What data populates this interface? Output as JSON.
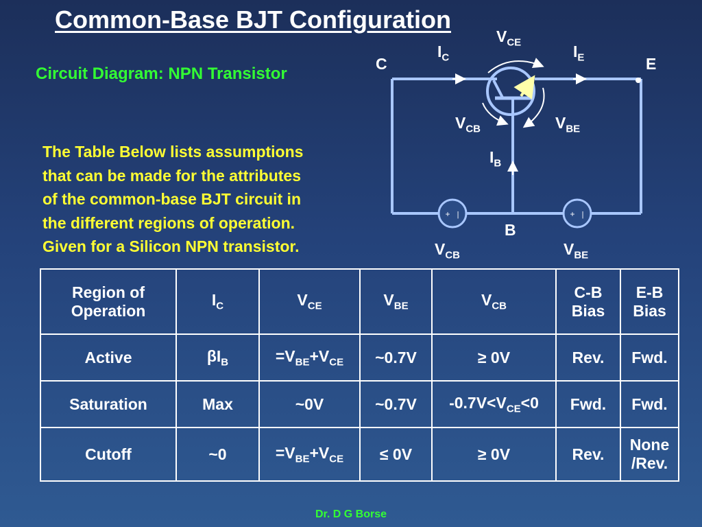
{
  "slide": {
    "title": "Common-Base BJT Configuration",
    "subtitle": "Circuit Diagram:  NPN Transistor",
    "intro_lines": [
      "The Table Below lists assumptions",
      "that can be made for the attributes",
      "of the common-base BJT circuit in",
      "the different regions of operation.",
      "Given for a Silicon NPN transistor."
    ],
    "footer": "Dr. D G Borse"
  },
  "circuit": {
    "terminals": {
      "collector": "C",
      "emitter": "E",
      "base": "B"
    },
    "labels": {
      "vce": {
        "main": "V",
        "sub": "CE"
      },
      "ic": {
        "main": "I",
        "sub": "C"
      },
      "ie": {
        "main": "I",
        "sub": "E"
      },
      "vcb_top": {
        "main": "V",
        "sub": "CB"
      },
      "vbe_top": {
        "main": "V",
        "sub": "BE"
      },
      "ib": {
        "main": "I",
        "sub": "B"
      },
      "vcb_source": {
        "main": "V",
        "sub": "CB"
      },
      "vbe_source": {
        "main": "V",
        "sub": "BE"
      }
    },
    "source_marks": {
      "plus": "+",
      "minus": "|"
    },
    "colors": {
      "wire": "#a9c7ff",
      "arrow": "#ffffaa"
    }
  },
  "table": {
    "header": {
      "region": [
        "Region of",
        "Operation"
      ],
      "ic": {
        "main": "I",
        "sub": "C"
      },
      "vce": {
        "main": "V",
        "sub": "CE"
      },
      "vbe": {
        "main": "V",
        "sub": "BE"
      },
      "vcb": {
        "main": "V",
        "sub": "CB"
      },
      "cb_bias": [
        "C-B",
        "Bias"
      ],
      "eb_bias": [
        "E-B",
        "Bias"
      ]
    },
    "rows": [
      {
        "region": "Active",
        "ic": {
          "main": "βI",
          "sub": "B"
        },
        "vce": {
          "a": "=V",
          "a_sub": "BE",
          "b": "+V",
          "b_sub": "CE"
        },
        "vbe": "~0.7V",
        "vcb": "≥ 0V",
        "cb_bias": "Rev.",
        "eb_bias": "Fwd."
      },
      {
        "region": "Saturation",
        "ic": "Max",
        "vce": "~0V",
        "vbe": "~0.7V",
        "vcb": {
          "pre": "-0.7V<V",
          "sub": "CE",
          "post": "<0"
        },
        "cb_bias": "Fwd.",
        "eb_bias": "Fwd."
      },
      {
        "region": "Cutoff",
        "ic": "~0",
        "vce": {
          "a": "=V",
          "a_sub": "BE",
          "b": "+V",
          "b_sub": "CE"
        },
        "vbe": "≤ 0V",
        "vcb": "≥ 0V",
        "cb_bias": "Rev.",
        "eb_bias": [
          "None",
          "/Rev."
        ]
      }
    ]
  }
}
